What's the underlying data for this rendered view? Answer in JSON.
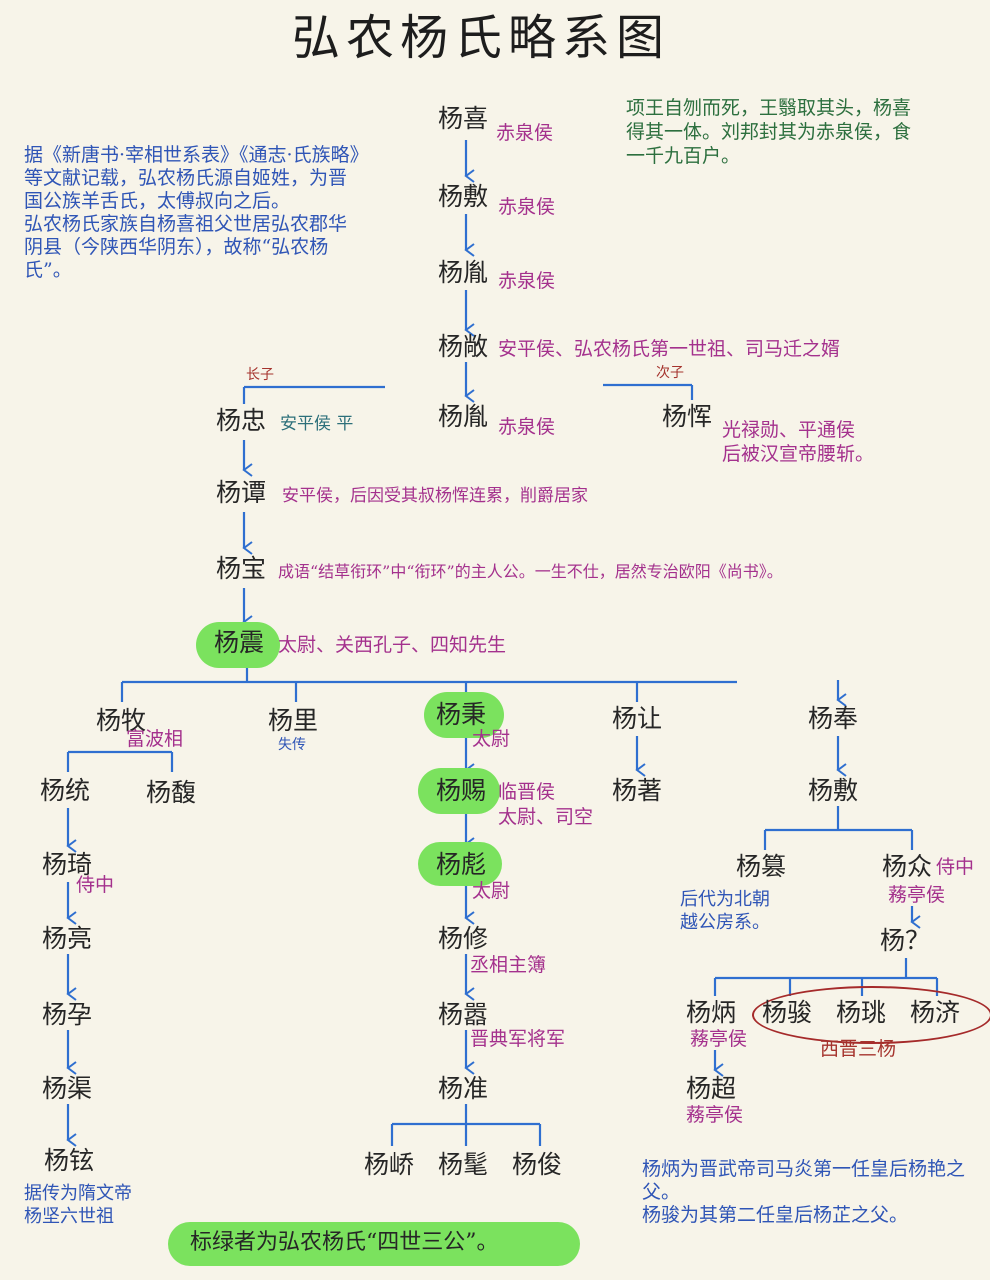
{
  "title": "弘农杨氏略系图",
  "notes": {
    "origin": "据《新唐书·宰相世系表》《通志·氏族略》等文献记载，弘农杨氏源自姬姓，为晋国公族羊舌氏，太傅叔向之后。\n弘农杨氏家族自杨喜祖父世居弘农郡华阴县（今陕西华阴东），故称“弘农杨氏”。",
    "xiang_yu": "项王自刎而死，王翳取其头，杨喜得其一体。刘邦封其为赤泉侯，食一千九百户。",
    "empresses": "杨炳为晋武帝司马炎第一任皇后杨艳之父。\n杨骏为其第二任皇后杨芷之父。",
    "legend": "标绿者为弘农杨氏“四世三公”。",
    "xijin": "西晋三杨",
    "zhangzi": "长子",
    "cizi": "次子"
  },
  "persons": {
    "xi": {
      "name": "杨喜",
      "title": "赤泉侯"
    },
    "fu": {
      "name": "杨敷",
      "title": "赤泉侯"
    },
    "yin1": {
      "name": "杨胤",
      "title": "赤泉侯"
    },
    "chang": {
      "name": "杨敞",
      "title": "安平侯、弘农杨氏第一世祖、司马迁之婿"
    },
    "yin2": {
      "name": "杨胤",
      "title": "赤泉侯"
    },
    "zhong": {
      "name": "杨忠",
      "title": "安平侯 平"
    },
    "yun": {
      "name": "杨恽",
      "title": "光禄勋、平通侯\n后被汉宣帝腰斩。"
    },
    "tan": {
      "name": "杨谭",
      "title": "安平侯，后因受其叔杨恽连累，削爵居家"
    },
    "bao": {
      "name": "杨宝",
      "title": "成语“结草衔环”中“衔环”的主人公。一生不仕，居然专治欧阳《尚书》。"
    },
    "zhen": {
      "name": "杨震",
      "title": "太尉、关西孔子、四知先生"
    },
    "mu": {
      "name": "杨牧",
      "title": "富波相"
    },
    "li": {
      "name": "杨里",
      "title": "失传"
    },
    "bing": {
      "name": "杨秉",
      "title": "太尉"
    },
    "rang": {
      "name": "杨让",
      "title": ""
    },
    "feng": {
      "name": "杨奉",
      "title": ""
    },
    "tong": {
      "name": "杨统",
      "title": ""
    },
    "fu2": {
      "name": "杨馥",
      "title": ""
    },
    "ci": {
      "name": "杨赐",
      "title": "临晋侯\n太尉、司空"
    },
    "zhu": {
      "name": "杨著",
      "title": ""
    },
    "fu3": {
      "name": "杨敷",
      "title": ""
    },
    "qi": {
      "name": "杨琦",
      "title": "侍中"
    },
    "biao": {
      "name": "杨彪",
      "title": "太尉"
    },
    "cuan": {
      "name": "杨篡",
      "title": "后代为北朝\n越公房系。"
    },
    "zhong2": {
      "name": "杨众",
      "title": "侍中",
      "title2": "蓩亭侯"
    },
    "liang": {
      "name": "杨亮",
      "title": ""
    },
    "xiu": {
      "name": "杨修",
      "title": "丞相主簿"
    },
    "unk": {
      "name": "杨？",
      "title": ""
    },
    "yun2": {
      "name": "杨孕",
      "title": ""
    },
    "qi2": {
      "name": "杨嚣",
      "title": "晋典军将军"
    },
    "bing2": {
      "name": "杨炳",
      "title": "蓩亭侯"
    },
    "jun": {
      "name": "杨骏",
      "title": ""
    },
    "yao": {
      "name": "杨珧",
      "title": ""
    },
    "ji": {
      "name": "杨济",
      "title": ""
    },
    "qu": {
      "name": "杨渠",
      "title": ""
    },
    "zhun": {
      "name": "杨准",
      "title": ""
    },
    "chao": {
      "name": "杨超",
      "title": "蓩亭侯"
    },
    "xuan": {
      "name": "杨铉",
      "title": "据传为隋文帝\n杨坚六世祖"
    },
    "qiao": {
      "name": "杨峤",
      "title": ""
    },
    "mao": {
      "name": "杨髦",
      "title": ""
    },
    "jun2": {
      "name": "杨俊",
      "title": ""
    }
  }
}
